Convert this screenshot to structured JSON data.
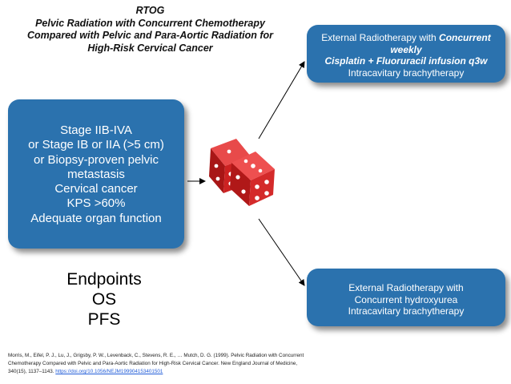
{
  "title": {
    "line1": "RTOG",
    "line2": "Pelvic Radiation with Concurrent Chemotherapy",
    "line3": "Compared with Pelvic and Para-Aortic Radiation for",
    "line4": "High-Risk Cervical Cancer"
  },
  "eligibility": {
    "lines": [
      "Stage IIB-IVA",
      "or Stage IB or IIA (>5 cm)",
      "or Biopsy-proven pelvic",
      "metastasis",
      "Cervical cancer",
      "KPS >60%",
      "Adequate organ function"
    ]
  },
  "arm_top": {
    "line1_plain": "External Radiotherapy with ",
    "line1_emph": "Concurrent",
    "line2": "weekly",
    "line3": "Cisplatin + Fluoruracil infusion q3w",
    "line4": "Intracavitary brachytherapy"
  },
  "arm_bottom": {
    "line1": "External Radiotherapy with",
    "line2": "Concurrent hydroxyurea",
    "line3": "Intracavitary brachytherapy"
  },
  "endpoints": {
    "heading": "Endpoints",
    "items": [
      "OS",
      "PFS"
    ]
  },
  "citation": {
    "text": "Morris, M., Eifel, P. J., Lu, J., Grigsby, P. W., Levenback, C., Stevens, R. E., … Mutch, D. G. (1999). Pelvic Radiation with Concurrent Chemotherapy Compared with Pelvic and Para-Aortic Radiation for High-Risk Cervical Cancer. New England Journal of Medicine, 340(15), 1137–1143. ",
    "link": "https://doi.org/10.1056/NEJM199904153401501"
  },
  "colors": {
    "box_fill": "#2b72ae",
    "dice_red": "#d42a2a",
    "text_dark": "#111111"
  },
  "icons": {
    "randomization": "dice-icon"
  }
}
